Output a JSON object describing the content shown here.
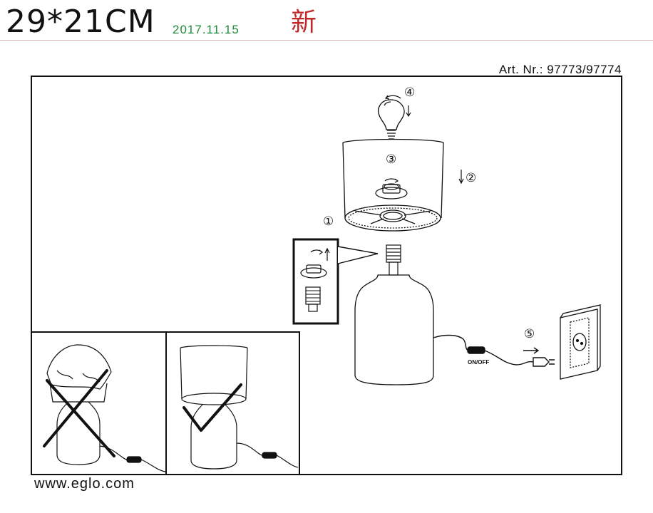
{
  "header": {
    "size": "29*21CM",
    "date": "2017.11.15",
    "new_mark": "新"
  },
  "article": "Art. Nr.: 97773/97774",
  "steps": {
    "s1": "①",
    "s2": "②",
    "s3": "③",
    "s4": "④",
    "s5": "⑤"
  },
  "switch_label": "ON/OFF",
  "footer": "www.eglo.com"
}
